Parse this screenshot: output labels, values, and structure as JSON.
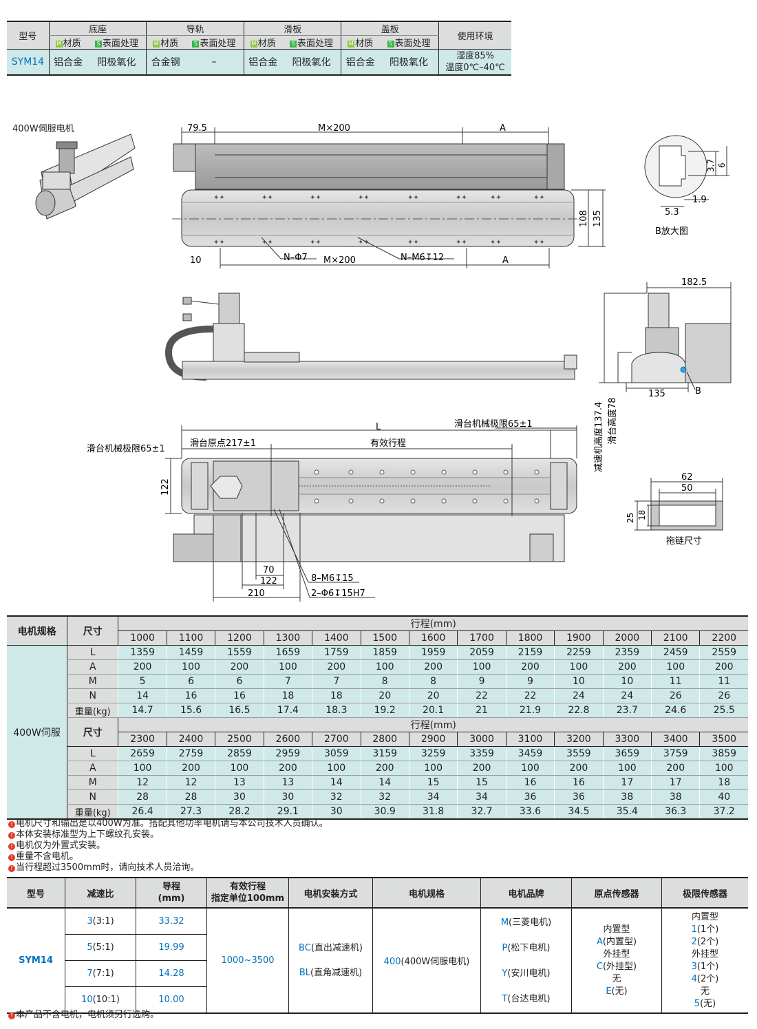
{
  "material_table": {
    "h_model": "型号",
    "h_base": "底座",
    "h_rail": "导轨",
    "h_slide": "滑板",
    "h_cover": "盖板",
    "h_env": "使用环境",
    "m_badge": "M",
    "s_badge": "S",
    "sub_material": "材质",
    "sub_surface": "表面处理",
    "row": {
      "model": "SYM14",
      "base_material": "铝合金",
      "base_surface": "阳极氧化",
      "rail_material": "合金钢",
      "rail_surface": "–",
      "slide_material": "铝合金",
      "slide_surface": "阳极氧化",
      "cover_material": "铝合金",
      "cover_surface": "阳极氧化",
      "env_line1": "湿度85%",
      "env_line2": "温度0℃–40℃"
    }
  },
  "drawing": {
    "motor_label": "400W伺服电机",
    "top_view": {
      "dim_79_5": "79.5",
      "dim_mx200_top": "M×200",
      "dim_a_top": "A",
      "dim_108": "108",
      "dim_135": "135",
      "dim_10": "10",
      "dim_n_phi7": "N–Φ7",
      "dim_mx200_bottom": "M×200",
      "dim_n_m6": "N–M6↧12",
      "dim_a_bottom": "A"
    },
    "detail_b": {
      "dim_3_7": "3.7",
      "dim_6": "6",
      "dim_1_9": "1.9",
      "dim_5_3": "5.3",
      "caption": "B放大图"
    },
    "end_view": {
      "dim_182_5": "182.5",
      "dim_135": "135",
      "mark_b": "B",
      "reducer_height": "减速机高度137.4",
      "slide_height": "滑台高度78"
    },
    "plan_view": {
      "dim_l": "L",
      "mech_limit_right": "滑台机械极限65±1",
      "mech_limit_left": "滑台机械极限65±1",
      "origin": "滑台原点217±1",
      "effective_stroke": "有效行程",
      "dim_122_v": "122",
      "dim_70": "70",
      "dim_122": "122",
      "dim_210": "210",
      "hole_m6": "8–M6↧15",
      "hole_phi6": "2–Φ6↧15H7"
    },
    "chain": {
      "dim_62": "62",
      "dim_50": "50",
      "dim_25": "25",
      "dim_18": "18",
      "caption": "拖链尺寸"
    }
  },
  "dims_table": {
    "h_motor": "电机规格",
    "h_size": "尺寸",
    "h_stroke": "行程(mm)",
    "motor": "400W伺服",
    "row_labels": [
      "L",
      "A",
      "M",
      "N",
      "重量(kg)"
    ],
    "block1": {
      "strokes": [
        "1000",
        "1100",
        "1200",
        "1300",
        "1400",
        "1500",
        "1600",
        "1700",
        "1800",
        "1900",
        "2000",
        "2100",
        "2200"
      ],
      "L": [
        "1359",
        "1459",
        "1559",
        "1659",
        "1759",
        "1859",
        "1959",
        "2059",
        "2159",
        "2259",
        "2359",
        "2459",
        "2559"
      ],
      "A": [
        "200",
        "100",
        "200",
        "100",
        "200",
        "100",
        "200",
        "100",
        "200",
        "100",
        "200",
        "100",
        "200"
      ],
      "M": [
        "5",
        "6",
        "6",
        "7",
        "7",
        "8",
        "8",
        "9",
        "9",
        "10",
        "10",
        "11",
        "11"
      ],
      "N": [
        "14",
        "16",
        "16",
        "18",
        "18",
        "20",
        "20",
        "22",
        "22",
        "24",
        "24",
        "26",
        "26"
      ],
      "W": [
        "14.7",
        "15.6",
        "16.5",
        "17.4",
        "18.3",
        "19.2",
        "20.1",
        "21",
        "21.9",
        "22.8",
        "23.7",
        "24.6",
        "25.5"
      ]
    },
    "block2": {
      "strokes": [
        "2300",
        "2400",
        "2500",
        "2600",
        "2700",
        "2800",
        "2900",
        "3000",
        "3100",
        "3200",
        "3300",
        "3400",
        "3500"
      ],
      "L": [
        "2659",
        "2759",
        "2859",
        "2959",
        "3059",
        "3159",
        "3259",
        "3359",
        "3459",
        "3559",
        "3659",
        "3759",
        "3859"
      ],
      "A": [
        "100",
        "200",
        "100",
        "200",
        "100",
        "200",
        "100",
        "200",
        "100",
        "200",
        "100",
        "200",
        "100"
      ],
      "M": [
        "12",
        "12",
        "13",
        "13",
        "14",
        "14",
        "15",
        "15",
        "16",
        "16",
        "17",
        "17",
        "18"
      ],
      "N": [
        "28",
        "28",
        "30",
        "30",
        "32",
        "32",
        "34",
        "34",
        "36",
        "36",
        "38",
        "38",
        "40"
      ],
      "W": [
        "26.4",
        "27.3",
        "28.2",
        "29.1",
        "30",
        "30.9",
        "31.8",
        "32.7",
        "33.6",
        "34.5",
        "35.4",
        "36.3",
        "37.2"
      ]
    }
  },
  "notes": [
    "电机尺寸和输出是以400W为准。搭配其他功率电机请与本公司技术人员确认。",
    "本体安装标准型为上下螺纹孔安装。",
    "电机仅为外置式安装。",
    "重量不含电机。",
    "当行程超过3500mm时，请向技术人员洽询。"
  ],
  "order_table": {
    "h_model": "型号",
    "h_ratio": "减速比",
    "h_lead_1": "导程",
    "h_lead_2": "(mm)",
    "h_stroke_1": "有效行程",
    "h_stroke_2": "指定单位100mm",
    "h_mount": "电机安装方式",
    "h_spec": "电机规格",
    "h_brand": "电机品牌",
    "h_origin": "原点传感器",
    "h_limit": "极限传感器",
    "model": "SYM14",
    "ratios": [
      {
        "code": "3",
        "text": "(3:1)",
        "lead": "33.32"
      },
      {
        "code": "5",
        "text": "(5:1)",
        "lead": "19.99"
      },
      {
        "code": "7",
        "text": "(7:1)",
        "lead": "14.28"
      },
      {
        "code": "10",
        "text": "(10:1)",
        "lead": "10.00"
      }
    ],
    "stroke_range": "1000~3500",
    "mounts": [
      {
        "code": "BC",
        "text": "(直出减速机)"
      },
      {
        "code": "BL",
        "text": "(直角减速机)"
      }
    ],
    "spec_code": "400",
    "spec_text": "(400W伺服电机)",
    "brands": [
      {
        "code": "M",
        "text": "(三菱电机)"
      },
      {
        "code": "P",
        "text": "(松下电机)"
      },
      {
        "code": "Y",
        "text": "(安川电机)"
      },
      {
        "code": "T",
        "text": "(台达电机)"
      }
    ],
    "origin": {
      "l1": "内置型",
      "c1": "A",
      "t1": "(内置型)",
      "l2": "外挂型",
      "c2": "C",
      "t2": "(外挂型)",
      "l3": "无",
      "c3": "E",
      "t3": "(无)"
    },
    "limit": {
      "l1": "内置型",
      "c1": "1",
      "t1": "(1个)",
      "c2": "2",
      "t2": "(2个)",
      "l2": "外挂型",
      "c3": "3",
      "t3": "(1个)",
      "c4": "4",
      "t4": "(2个)",
      "l3": "无",
      "c5": "5",
      "t5": "(无)"
    },
    "footnote": "本产品不含电机，电机须另行选购。"
  },
  "colors": {
    "cyan_cell": "#cfe9e9",
    "grey_header": "#dcdddd",
    "blue_code": "#0071bc",
    "note_icon": "#e83828",
    "badge_m": "#8cc63f",
    "badge_s": "#39b54a"
  }
}
